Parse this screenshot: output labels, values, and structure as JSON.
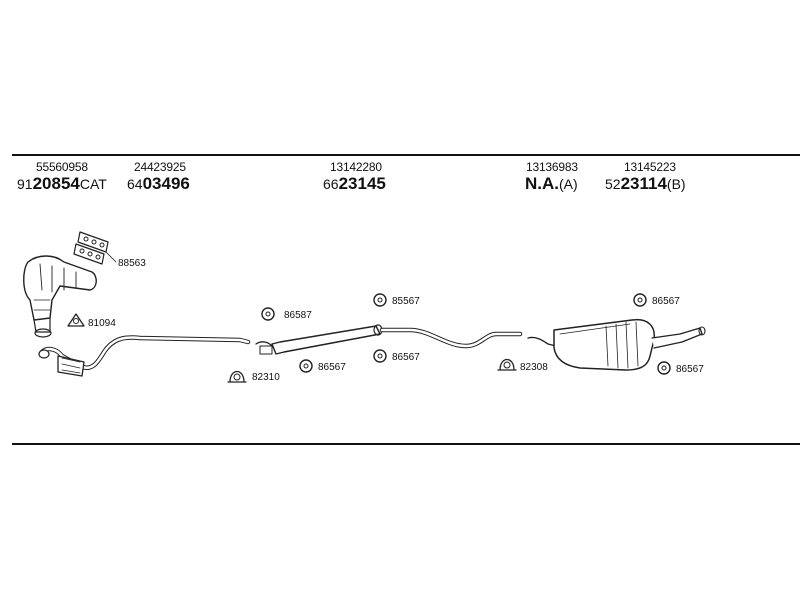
{
  "parts": [
    {
      "code": "55560958",
      "prefix": "91",
      "number": "20854",
      "suffix": "CAT"
    },
    {
      "code": "24423925",
      "prefix": "64",
      "number": "03496",
      "suffix": ""
    },
    {
      "code": "13142280",
      "prefix": "66",
      "number": "23145",
      "suffix": ""
    },
    {
      "code": "13136983",
      "prefix": "",
      "number": "N.A.",
      "suffix": "(A)"
    },
    {
      "code": "13145223",
      "prefix": "52",
      "number": "23114",
      "suffix": "(B)"
    }
  ],
  "labels": {
    "gasket_set": "88563",
    "flange_gasket": "81094",
    "rubber_mount_1": "86587",
    "rubber_mount_2": "85567",
    "rubber_mount_3": "86567",
    "clamp_front": "82310",
    "rubber_mount_4": "86567",
    "clamp_rear": "82308",
    "rubber_mount_5": "86567",
    "rubber_mount_6": "86567"
  }
}
